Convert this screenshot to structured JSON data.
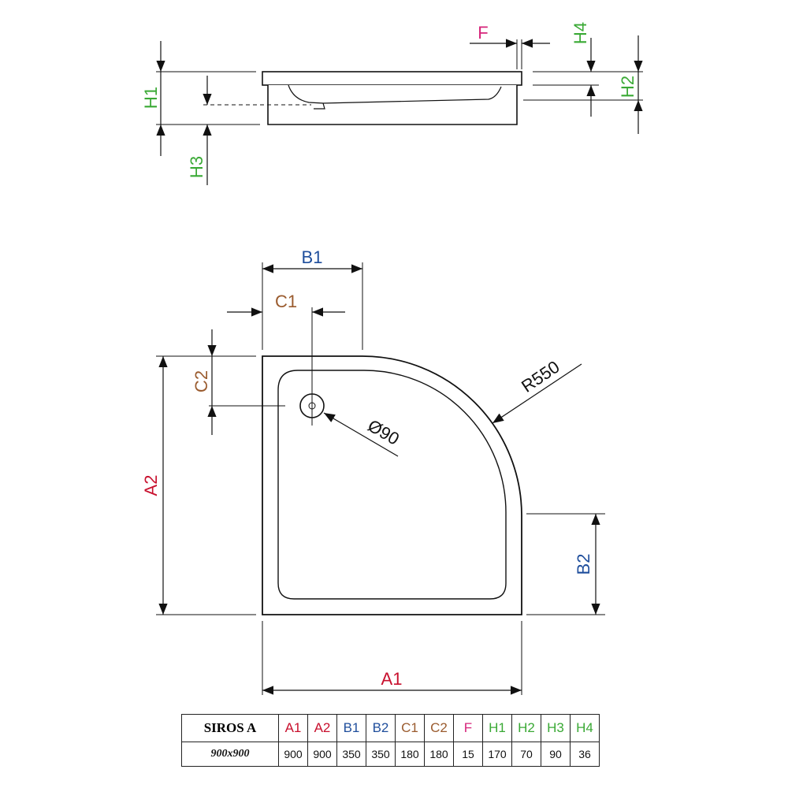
{
  "dimensions": {
    "A1": "A1",
    "A2": "A2",
    "B1": "B1",
    "B2": "B2",
    "C1": "C1",
    "C2": "C2",
    "F": "F",
    "H1": "H1",
    "H2": "H2",
    "H3": "H3",
    "H4": "H4",
    "radius": "R550",
    "drain": "Ø90"
  },
  "colors": {
    "A": "#c8102e",
    "B": "#1f4e9c",
    "C": "#9a5b2e",
    "F": "#d6247a",
    "H": "#3aa935"
  },
  "table": {
    "model": "SIROS A",
    "size": "900x900",
    "columns": [
      {
        "label": "A1",
        "value": "900",
        "color": "red"
      },
      {
        "label": "A2",
        "value": "900",
        "color": "red"
      },
      {
        "label": "B1",
        "value": "350",
        "color": "blue"
      },
      {
        "label": "B2",
        "value": "350",
        "color": "blue"
      },
      {
        "label": "C1",
        "value": "180",
        "color": "brown"
      },
      {
        "label": "C2",
        "value": "180",
        "color": "brown"
      },
      {
        "label": "F",
        "value": "15",
        "color": "pink"
      },
      {
        "label": "H1",
        "value": "170",
        "color": "green"
      },
      {
        "label": "H2",
        "value": "70",
        "color": "green"
      },
      {
        "label": "H3",
        "value": "90",
        "color": "green"
      },
      {
        "label": "H4",
        "value": "36",
        "color": "green"
      }
    ]
  }
}
